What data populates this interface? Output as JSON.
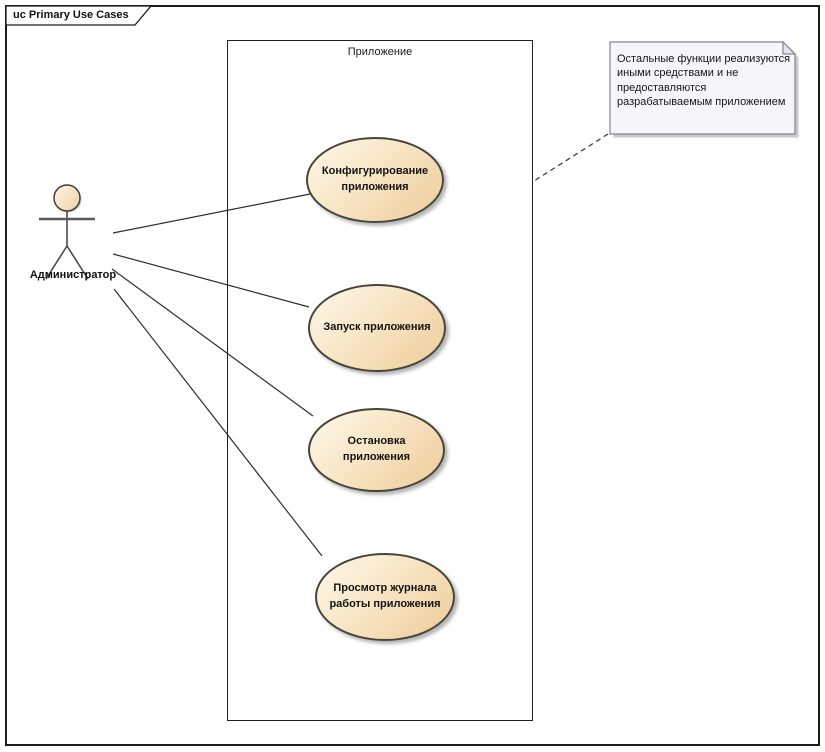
{
  "frame": {
    "tab_label": "uc Primary Use Cases"
  },
  "system_boundary": {
    "label": "Приложение"
  },
  "actor": {
    "label": "Администратор"
  },
  "use_cases": [
    {
      "label": "Конфигурирование приложения"
    },
    {
      "label": "Запуск приложения"
    },
    {
      "label": "Остановка приложения"
    },
    {
      "label": "Просмотр журнала работы приложения"
    }
  ],
  "note": {
    "lines": [
      "Остальные функции реализуются",
      "иными средствами и не",
      "предоставляются",
      "разрабатываемым приложением"
    ]
  },
  "colors": {
    "usecase_fill_light": "#fdf7ea",
    "usecase_fill_dark": "#eecb99",
    "usecase_border": "#45453a",
    "note_fill": "#f6f6fa",
    "note_border": "#85858d",
    "connector": "#2e2e2e",
    "frame_border": "#1c1c1c"
  }
}
